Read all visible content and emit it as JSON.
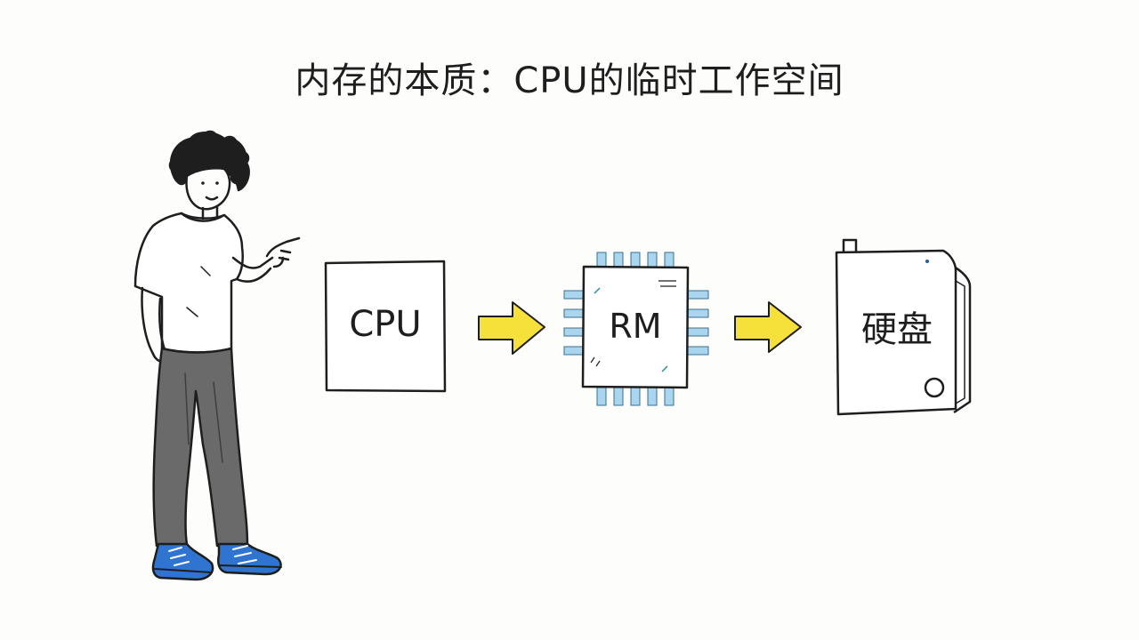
{
  "title": "内存的本质：CPU的临时工作空间",
  "nodes": {
    "cpu": {
      "label": "CPU"
    },
    "ram": {
      "label": "RM"
    },
    "disk": {
      "label": "硬盘"
    }
  },
  "colors": {
    "arrow": "#f6e03a",
    "chip_pin": "#a9d6ee",
    "pants": "#6a6a6a",
    "shoes": "#2f74d0",
    "ink": "#1e1e1e"
  }
}
